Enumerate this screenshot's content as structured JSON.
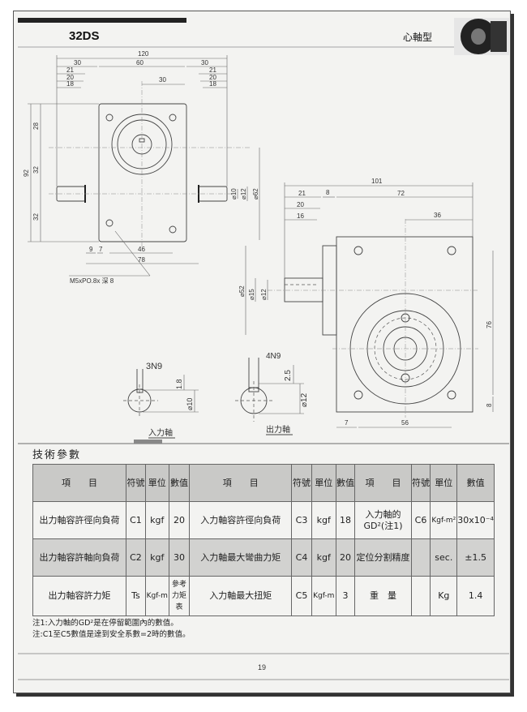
{
  "header": {
    "model": "32DS",
    "type": "心軸型"
  },
  "drawing": {
    "front": {
      "d120": "120",
      "d30a": "30",
      "d60": "60",
      "d30b": "30",
      "d21a": "21",
      "d20a": "20",
      "d18a": "18",
      "d21b": "21",
      "d20b": "20",
      "d18b": "18",
      "d30c": "30",
      "d92": "92",
      "d28": "28",
      "d32a": "32",
      "d32b": "32",
      "phi10": "⌀10",
      "phi12": "⌀12",
      "phi62": "⌀62",
      "d9": "9",
      "d7": "7",
      "d46": "46",
      "d78": "78",
      "thread": "M5xPO.8x 深 8"
    },
    "side": {
      "d101": "101",
      "d21": "21",
      "d8": "8",
      "d72": "72",
      "d20": "20",
      "d16": "16",
      "d36": "36",
      "phi52": "⌀52",
      "phi15": "⌀15",
      "phi12": "⌀12",
      "d76": "76",
      "d8b": "8",
      "d7": "7",
      "d56": "56"
    },
    "input_shaft": {
      "key": "3N9",
      "depth": "1.8",
      "dia": "⌀10",
      "label": "入力軸"
    },
    "output_shaft": {
      "key": "4N9",
      "depth": "2.5",
      "dia": "⌀12",
      "label": "出力軸"
    }
  },
  "spec": {
    "title": "技術參數",
    "headers": [
      "項　　目",
      "符號",
      "單位",
      "數值",
      "項　　目",
      "符號",
      "單位",
      "數值",
      "項　　目",
      "符號",
      "單位",
      "數值"
    ],
    "rows": [
      [
        "出力軸容許徑向負荷",
        "C1",
        "kgf",
        "20",
        "入力軸容許徑向負荷",
        "C3",
        "kgf",
        "18",
        "入力軸的GD²(注1)",
        "C6",
        "Kgf-m²",
        "30x10⁻⁴"
      ],
      [
        "出力軸容許軸向負荷",
        "C2",
        "kgf",
        "30",
        "入力軸最大彎曲力矩",
        "C4",
        "kgf",
        "20",
        "定位分割精度",
        "",
        "sec.",
        "±1.5"
      ],
      [
        "出力軸容許力矩",
        "Ts",
        "Kgf-m",
        "參考力矩表",
        "入力軸最大扭矩",
        "C5",
        "Kgf-m",
        "3",
        "重　量",
        "",
        "Kg",
        "1.4"
      ]
    ],
    "notes": [
      "注1:入力軸的GD²是在停留範圍內的數值。",
      "注:C1至C5數值是達到安全系數=2時的數值。"
    ]
  },
  "footer": {
    "page": "19"
  }
}
